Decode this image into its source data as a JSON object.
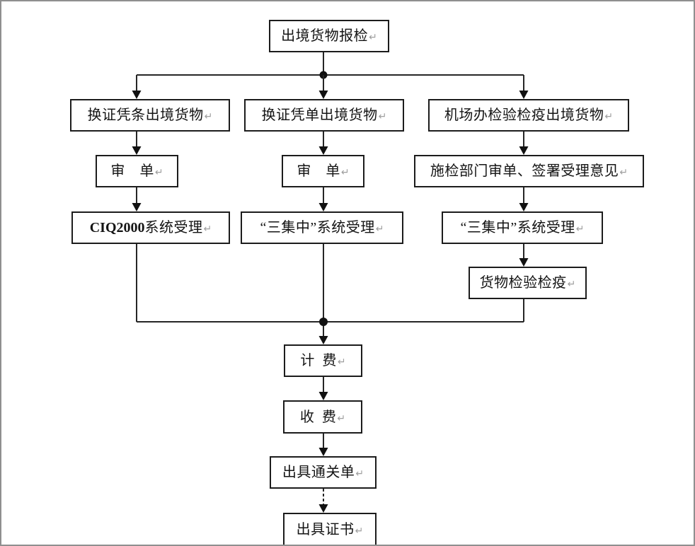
{
  "diagram": {
    "type": "flowchart",
    "paragraph_mark": "↵",
    "nodes": {
      "start": {
        "label": "出境货物报检"
      },
      "branch_pingtiao": {
        "label": "换证凭条出境货物"
      },
      "branch_pingdan": {
        "label": "换证凭单出境货物"
      },
      "branch_airport": {
        "label": "机场办检验检疫出境货物"
      },
      "review_left": {
        "label": "审　单"
      },
      "review_mid": {
        "label": "审　单"
      },
      "review_right": {
        "label": "施检部门审单、签署受理意见"
      },
      "ciq_system": {
        "prefix": "CIQ2000",
        "suffix": " 系统受理"
      },
      "sanjizhong_mid": {
        "label": "“三集中”系统受理"
      },
      "sanjizhong_right": {
        "label": "“三集中”系统受理"
      },
      "cargo_inspection": {
        "label": "货物检验检疫"
      },
      "billing": {
        "label": "计 费"
      },
      "charging": {
        "label": "收 费"
      },
      "clearance": {
        "label": "出具通关单"
      },
      "certificate": {
        "label": "出具证书"
      }
    },
    "edges": [
      {
        "from": "start",
        "to": "branch_pingtiao",
        "style": "solid-arrow"
      },
      {
        "from": "start",
        "to": "branch_pingdan",
        "style": "solid-arrow"
      },
      {
        "from": "start",
        "to": "branch_airport",
        "style": "solid-arrow"
      },
      {
        "from": "branch_pingtiao",
        "to": "review_left",
        "style": "solid-arrow"
      },
      {
        "from": "branch_pingdan",
        "to": "review_mid",
        "style": "solid-arrow"
      },
      {
        "from": "branch_airport",
        "to": "review_right",
        "style": "solid-arrow"
      },
      {
        "from": "review_left",
        "to": "ciq_system",
        "style": "solid-arrow"
      },
      {
        "from": "review_mid",
        "to": "sanjizhong_mid",
        "style": "solid-arrow"
      },
      {
        "from": "review_right",
        "to": "sanjizhong_right",
        "style": "solid-arrow"
      },
      {
        "from": "sanjizhong_right",
        "to": "cargo_inspection",
        "style": "solid-arrow"
      },
      {
        "from": "ciq_system",
        "to": "billing",
        "style": "solid-arrow"
      },
      {
        "from": "sanjizhong_mid",
        "to": "billing",
        "style": "solid-arrow"
      },
      {
        "from": "cargo_inspection",
        "to": "billing",
        "style": "solid-arrow"
      },
      {
        "from": "billing",
        "to": "charging",
        "style": "solid-arrow"
      },
      {
        "from": "charging",
        "to": "clearance",
        "style": "solid-arrow"
      },
      {
        "from": "clearance",
        "to": "certificate",
        "style": "dashed-arrow"
      }
    ],
    "colors": {
      "line": "#262626",
      "box_border": "#1c1c1c",
      "frame_border": "#8f8f8f",
      "paragraph_mark": "#9e9e9e",
      "background": "#ffffff"
    }
  }
}
